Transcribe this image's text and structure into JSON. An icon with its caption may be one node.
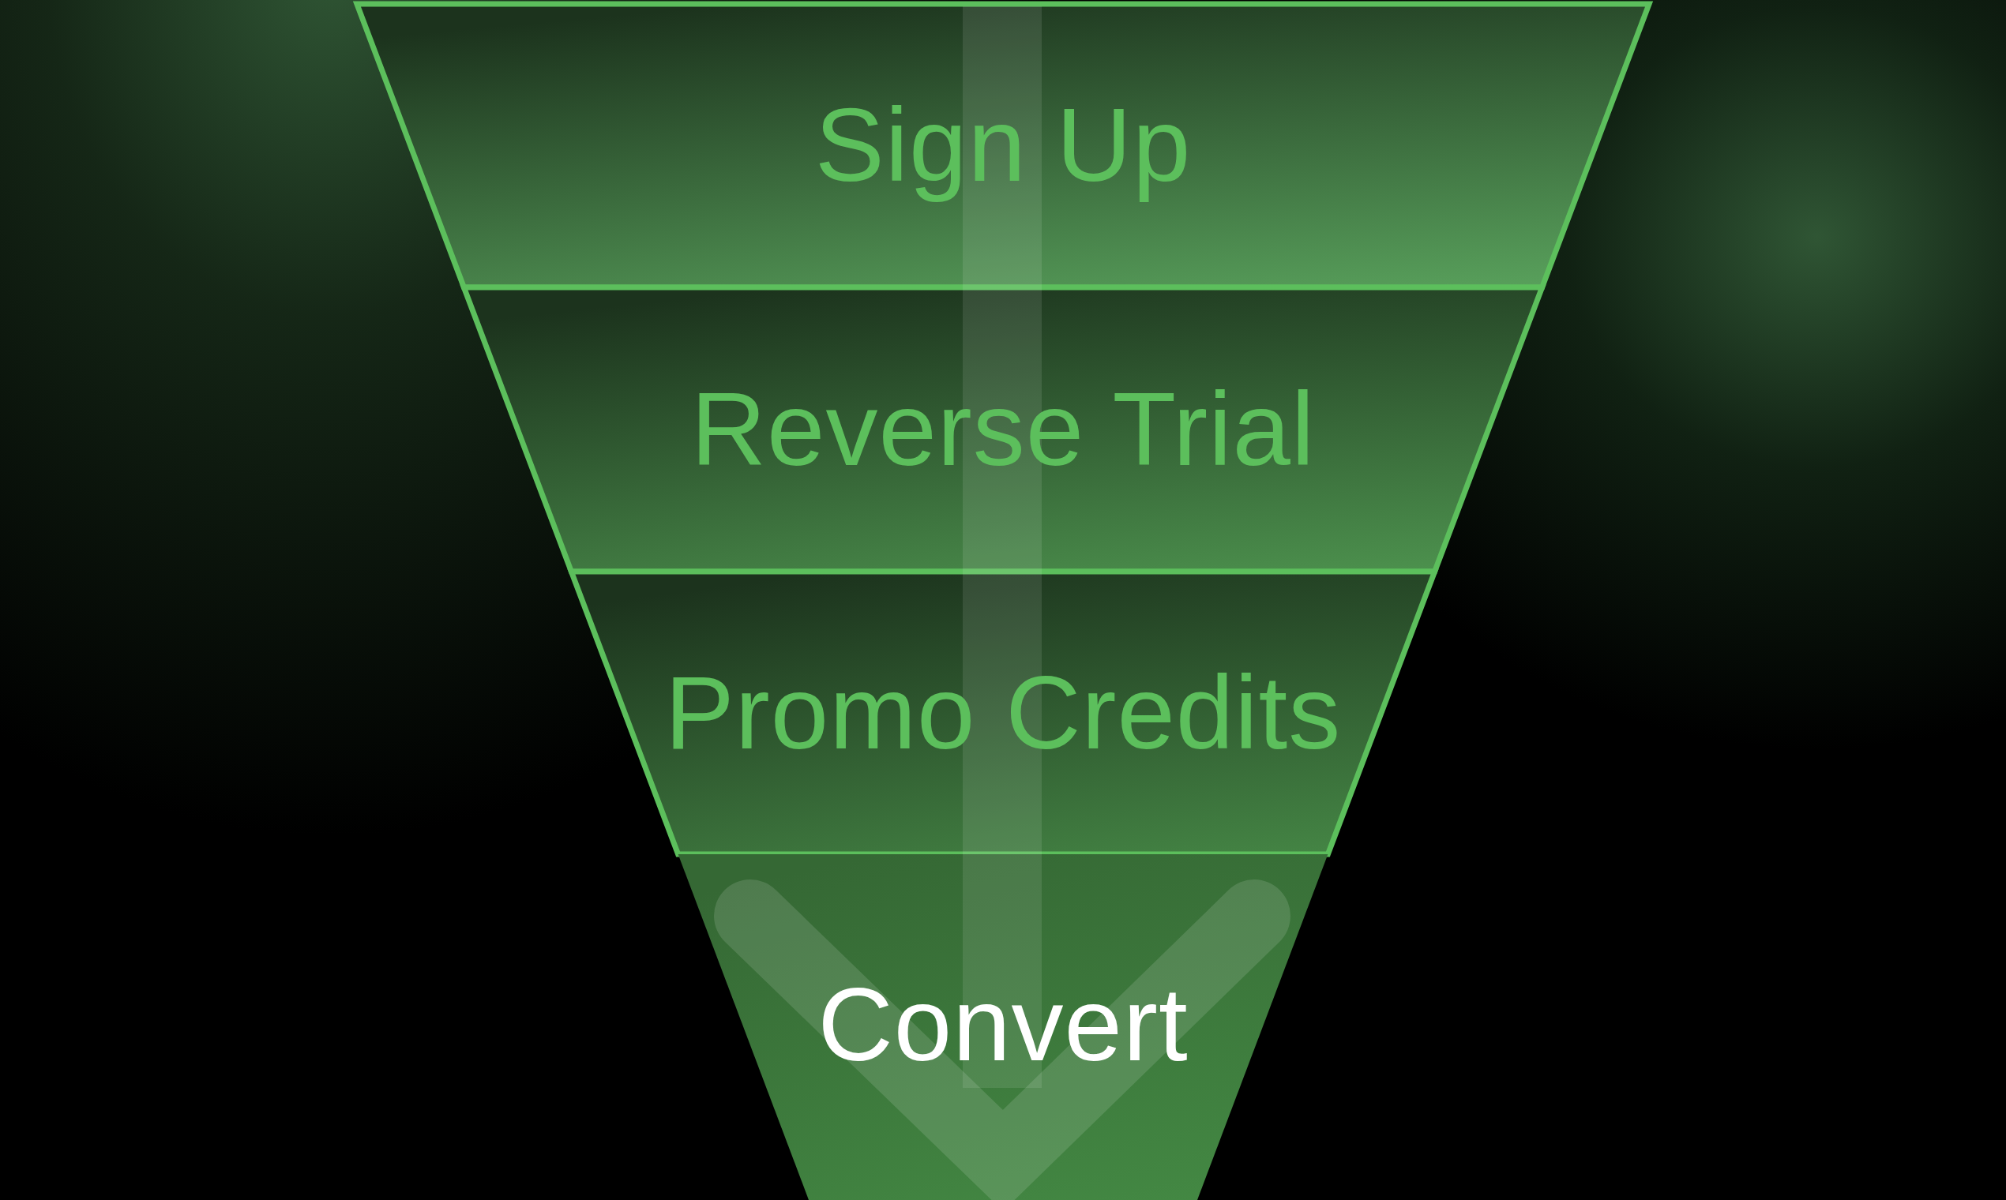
{
  "diagram": {
    "nodes": [
      {
        "text": [
          "Sign Up"
        ]
      },
      {
        "text": [
          "Reverse Trial"
        ]
      },
      {
        "text": [
          "Promo Credits"
        ]
      },
      {
        "text": [
          "Convert"
        ]
      }
    ]
  }
}
